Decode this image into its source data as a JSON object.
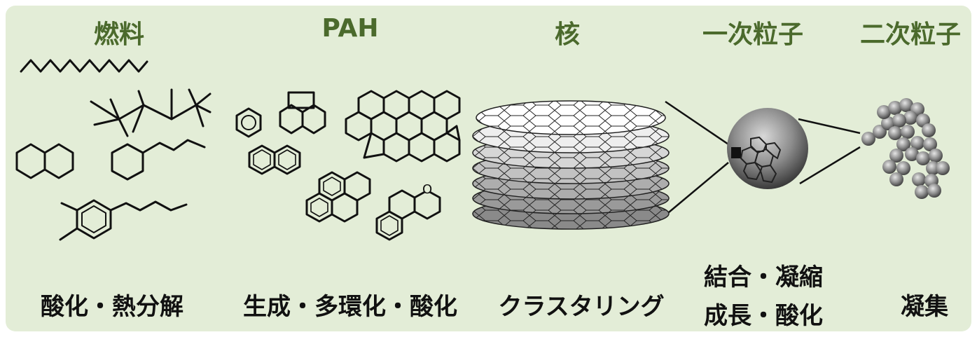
{
  "stages": [
    {
      "title": "燃料",
      "process": "酸化・熱分解"
    },
    {
      "title": "PAH",
      "process": "生成・多環化・酸化"
    },
    {
      "title": "核",
      "process": "クラスタリング"
    },
    {
      "title": "一次粒子",
      "process_line1": "結合・凝縮",
      "process_line2": "成長・酸化"
    },
    {
      "title": "二次粒子",
      "process": "凝集"
    }
  ],
  "colors": {
    "background": "#e3edd7",
    "title": "#4b6a2c",
    "label": "#111111",
    "stroke": "#111111"
  },
  "icons": [
    "fuel-molecules",
    "pah-molecules",
    "nucleus-graphene-stack",
    "primary-particle-sphere",
    "secondary-particle-aggregate"
  ]
}
